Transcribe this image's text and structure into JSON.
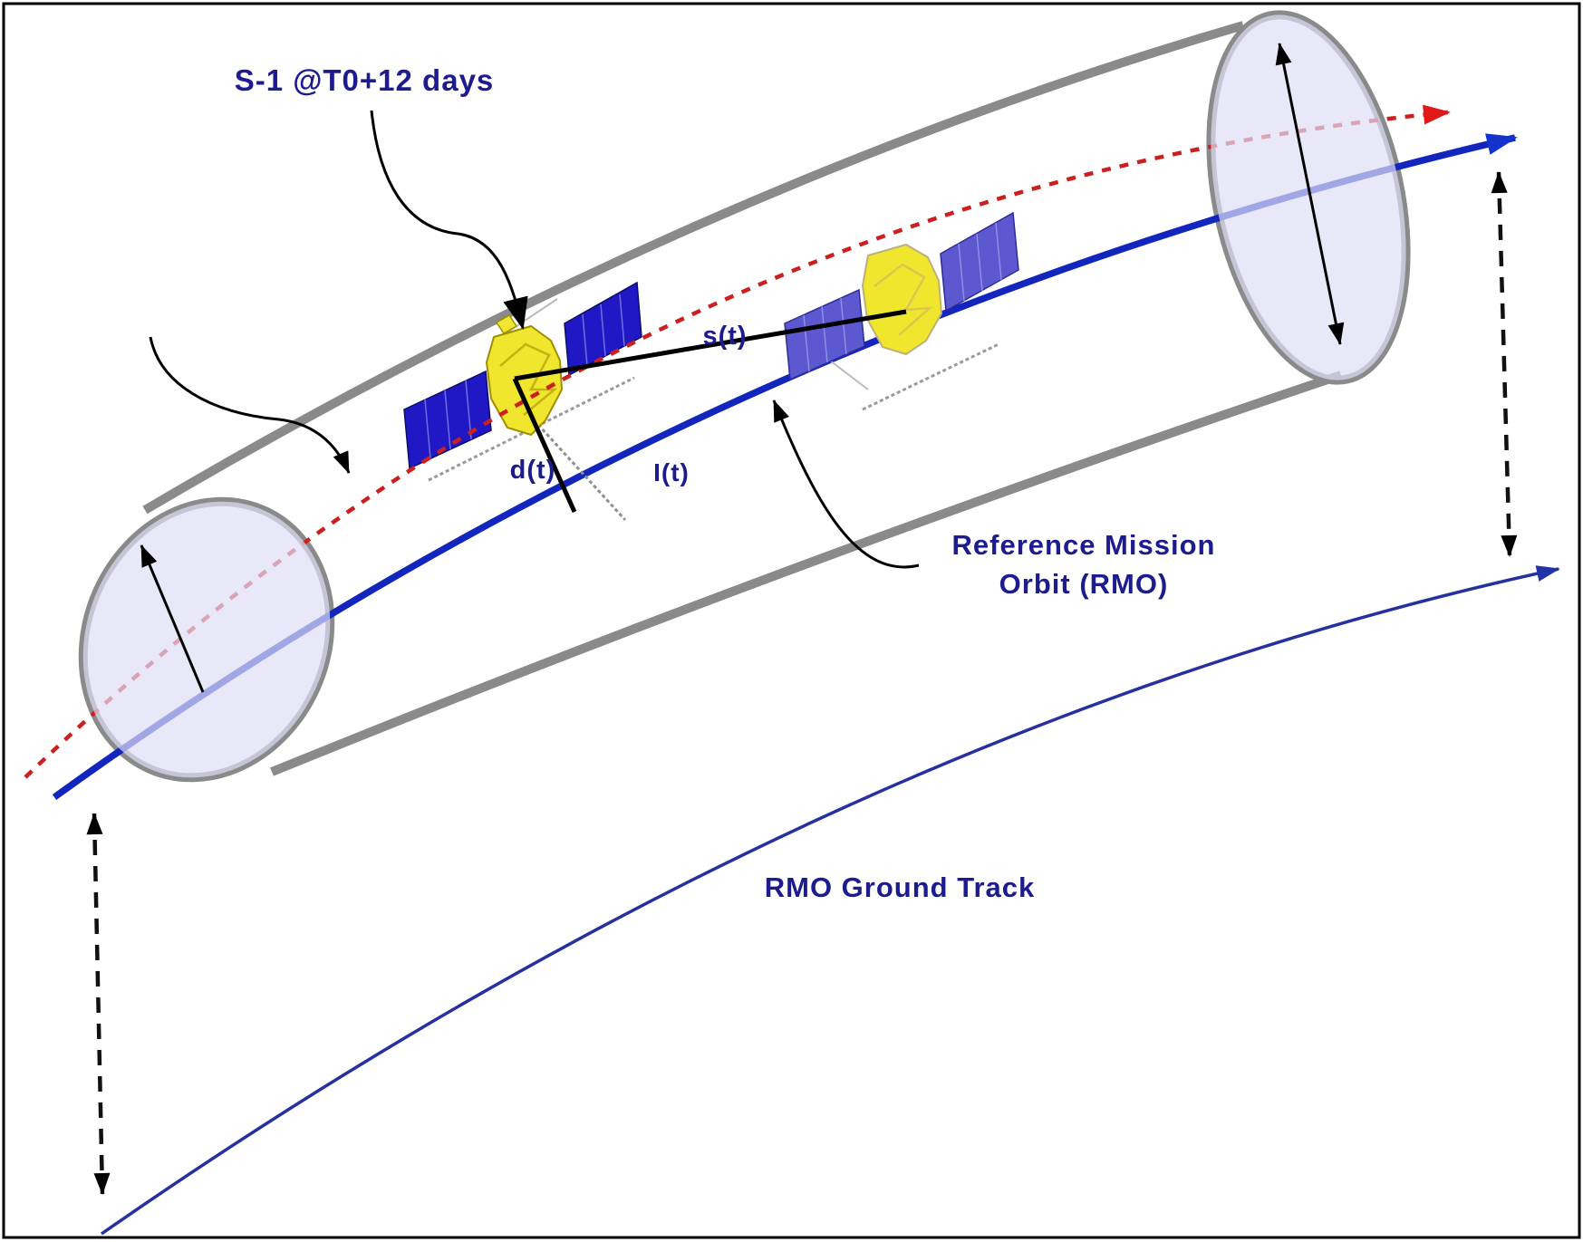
{
  "figure": {
    "type": "satellite-orbit-control-tube-diagram",
    "labels": {
      "satellite_annotation": "S-1 @T0+12 days",
      "separation_vector": "s(t)",
      "radial_distance_vector": "d(t)",
      "orbit_position": "I(t)",
      "rmo_label_line1": "Reference Mission",
      "rmo_label_line2": "Orbit (RMO)",
      "ground_track_label": "RMO Ground Track"
    },
    "colors": {
      "label_text": "#1c1c8f",
      "rmo_orbit_blue": "#1226bd",
      "actual_orbit_red": "#cc2020",
      "tube_gray": "#8a8a8a",
      "tube_cap_fill": "#dedef6",
      "ground_track_blue": "#26309e",
      "satellite_body_yellow": "#f0e62e",
      "satellite_panel_dark_blue": "#1f18c4",
      "satellite_panel_light_blue": "#5b58d0",
      "vector_black": "#000000"
    },
    "icons": [
      {
        "name": "satellite-icon",
        "count": 2,
        "meaning": "S-1 spacecraft at two epochs inside the orbit control tube"
      },
      {
        "name": "orbit-tube-icon",
        "meaning": "allowed deadband tube around the Reference Mission Orbit"
      },
      {
        "name": "double-arrow-icon",
        "meaning": "tube diameter indicators at both tube cross-sections"
      },
      {
        "name": "dashed-altitude-arrow-icon",
        "count": 2,
        "meaning": "projection from orbit down to RMO ground track"
      }
    ]
  }
}
